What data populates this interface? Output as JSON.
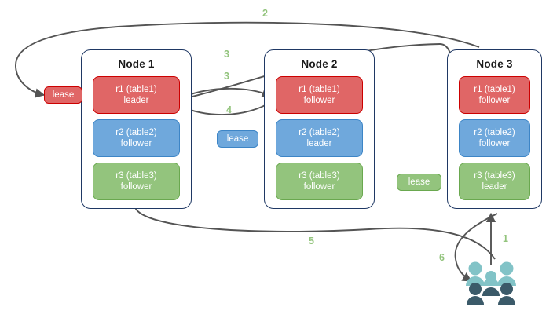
{
  "diagram": {
    "title": "raft-lease-replica-diagram",
    "colors": {
      "red_fill": "#e06666",
      "red_border": "#cc0000",
      "blue_fill": "#6fa8dc",
      "blue_border": "#3d85c6",
      "green_fill": "#93c47d",
      "green_border": "#6aa84f",
      "node_border": "#1f3864",
      "arrow": "#545454",
      "step_label": "#93c47d",
      "people_light": "#82c3c7",
      "people_dark": "#3b5a69"
    },
    "nodes": [
      {
        "title": "Node 1",
        "replicas": [
          {
            "name": "r1 (table1)",
            "role": "leader",
            "color": "red"
          },
          {
            "name": "r2 (table2)",
            "role": "follower",
            "color": "blue"
          },
          {
            "name": "r3 (table3)",
            "role": "follower",
            "color": "green"
          }
        ]
      },
      {
        "title": "Node 2",
        "replicas": [
          {
            "name": "r1 (table1)",
            "role": "follower",
            "color": "red"
          },
          {
            "name": "r2 (table2)",
            "role": "leader",
            "color": "blue"
          },
          {
            "name": "r3 (table3)",
            "role": "follower",
            "color": "green"
          }
        ]
      },
      {
        "title": "Node 3",
        "replicas": [
          {
            "name": "r1 (table1)",
            "role": "follower",
            "color": "red"
          },
          {
            "name": "r2 (table2)",
            "role": "follower",
            "color": "blue"
          },
          {
            "name": "r3 (table3)",
            "role": "leader",
            "color": "green"
          }
        ]
      }
    ],
    "leases": [
      {
        "label": "lease",
        "color": "red"
      },
      {
        "label": "lease",
        "color": "blue"
      },
      {
        "label": "lease",
        "color": "green"
      }
    ],
    "steps": [
      {
        "label": "1"
      },
      {
        "label": "2"
      },
      {
        "label": "3"
      },
      {
        "label": "3"
      },
      {
        "label": "4"
      },
      {
        "label": "5"
      },
      {
        "label": "6"
      }
    ],
    "actor": {
      "name": "clients-people-group"
    }
  }
}
